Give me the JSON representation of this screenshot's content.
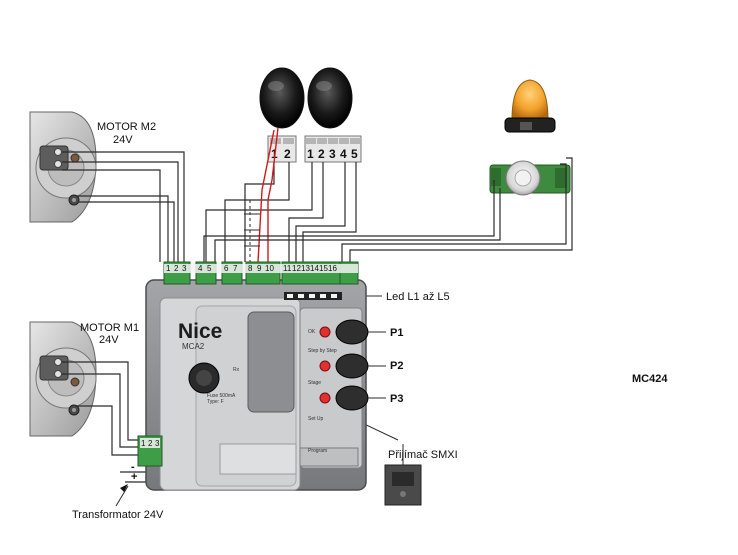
{
  "labels": {
    "motor_m2": "MOTOR M2",
    "motor_m2_voltage": "24V",
    "motor_m1": "MOTOR M1",
    "motor_m1_voltage": "24V",
    "led_label": "Led L1 až L5",
    "p1": "P1",
    "p2": "P2",
    "p3": "P3",
    "model": "MC424",
    "receiver": "Přijímač SMXI",
    "transformer": "Transformator 24V",
    "brand": "Nice",
    "board_model": "MCA2",
    "fuse_text": "Fuse 500mA",
    "fuse_type": "Type: F",
    "button_ok": "OK",
    "button_step": "Step by Step",
    "button_stage": "Stage",
    "button_open": "Set Up",
    "button_program": "Program",
    "rx_label": "Rx"
  },
  "terminals": {
    "main_block": [
      "1",
      "2",
      "3",
      "4",
      "5",
      "6",
      "7",
      "8",
      "9",
      "10",
      "11",
      "12",
      "13",
      "14",
      "15",
      "16"
    ],
    "photocell_tx": [
      "1",
      "2"
    ],
    "photocell_rx": [
      "1",
      "2",
      "3",
      "4",
      "5"
    ],
    "transformer_block": [
      "1",
      "2",
      "3"
    ],
    "polarity_plus": "+",
    "polarity_minus": "-"
  },
  "colors": {
    "terminal_green": "#3e9d47",
    "board_gray": "#8c8d90",
    "red_wire": "#d81818",
    "lamp_orange": "#f2a22a"
  }
}
